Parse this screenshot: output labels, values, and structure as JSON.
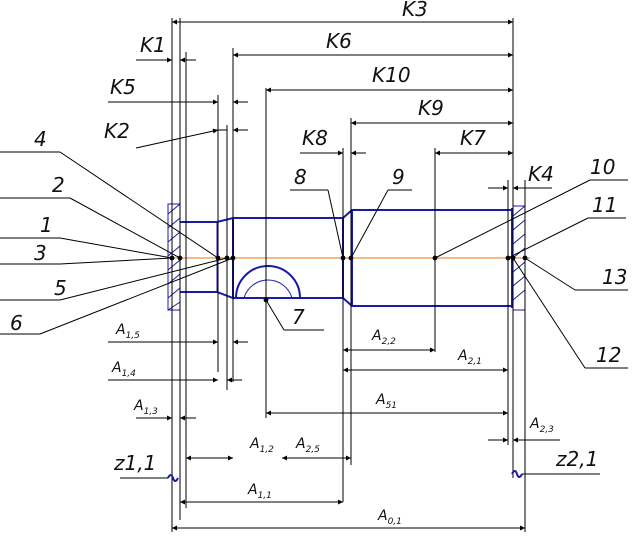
{
  "dims": {
    "K3": "K3",
    "K1": "K1",
    "K6": "K6",
    "K5": "K5",
    "K10": "K10",
    "K2": "K2",
    "K9": "K9",
    "K8": "K8",
    "K7": "K7",
    "K4": "K4"
  },
  "surfaces": {
    "s1": "1",
    "s2": "2",
    "s3": "3",
    "s4": "4",
    "s5": "5",
    "s6": "6",
    "s7": "7",
    "s8": "8",
    "s9": "9",
    "s10": "10",
    "s11": "11",
    "s12": "12",
    "s13": "13"
  },
  "links": {
    "A15": {
      "main": "A",
      "sub": "1,5"
    },
    "A14": {
      "main": "A",
      "sub": "1,4"
    },
    "A13": {
      "main": "A",
      "sub": "1,3"
    },
    "A12": {
      "main": "A",
      "sub": "1,2"
    },
    "A25": {
      "main": "A",
      "sub": "2,5"
    },
    "A11": {
      "main": "A",
      "sub": "1,1"
    },
    "A22": {
      "main": "A",
      "sub": "2,2"
    },
    "A21": {
      "main": "A",
      "sub": "2,1"
    },
    "A51": {
      "main": "A",
      "sub": "51"
    },
    "A23": {
      "main": "A",
      "sub": "2,3"
    },
    "A01": {
      "main": "A",
      "sub": "0,1"
    }
  },
  "datums": {
    "z11": "z1,1",
    "z21": "z2,1"
  },
  "colors": {
    "part": "#1a1aa8",
    "axis": "#e07a1a",
    "lines": "#000000"
  }
}
